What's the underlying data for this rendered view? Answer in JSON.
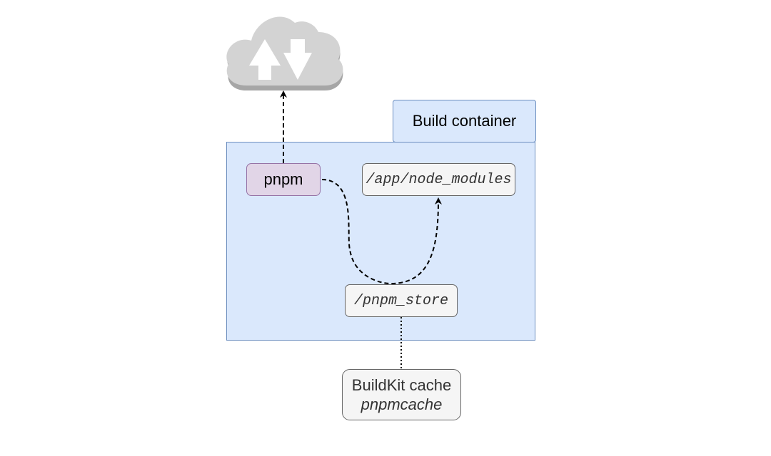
{
  "container": {
    "label": "Build container"
  },
  "nodes": {
    "pnpm": "pnpm",
    "node_modules": "/app/node_modules",
    "store": "/pnpm_store",
    "cache_title": "BuildKit cache",
    "cache_name": "pnpmcache"
  },
  "icons": {
    "cloud": "cloud-upload-download-icon"
  },
  "colors": {
    "container_fill": "#dae8fc",
    "container_stroke": "#6c8ebf",
    "pnpm_fill": "#e1d5e7",
    "pnpm_stroke": "#9673a6",
    "node_fill": "#f5f5f5",
    "node_stroke": "#666666",
    "cloud_fill": "#d3d3d3"
  }
}
